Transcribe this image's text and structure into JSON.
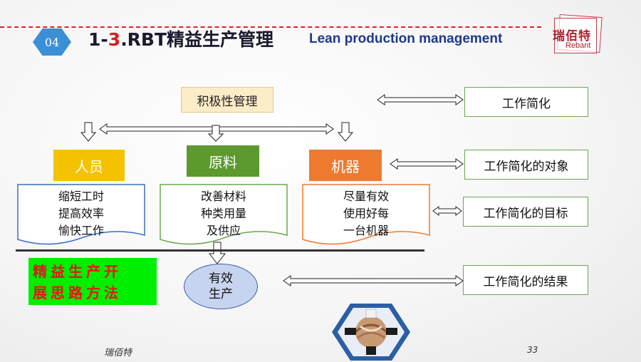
{
  "header": {
    "badge": "04",
    "title_prefix": "1-",
    "title_red": "3",
    "title_rest": ".RBT精益生产管理",
    "title_en": "Lean production management",
    "logo_cn": "瑞佰特",
    "logo_en": "Rebant"
  },
  "diagram": {
    "motivation": "积极性管理",
    "people": "人员",
    "material": "原料",
    "machine": "机器",
    "people_items": [
      "缩短工时",
      "提高效率",
      "愉快工作"
    ],
    "material_items": [
      "改善材料",
      "种类用量",
      "及供应"
    ],
    "machine_items": [
      "尽量有效",
      "使用好每",
      "一台机器"
    ],
    "result": [
      "有效",
      "生产"
    ],
    "idea_lines": [
      "精益生产开",
      "展思路方法"
    ]
  },
  "right_labels": [
    "工作简化",
    "工作简化的对象",
    "工作简化的目标",
    "工作简化的结果"
  ],
  "footer": {
    "brand": "瑞佰特",
    "page": "33"
  },
  "colors": {
    "people": "#f5c200",
    "material": "#5c9a2e",
    "machine": "#ee7a30",
    "badge": "#3b8fd6",
    "idea_box": "#00ee00",
    "idea_text": "#e8141c"
  }
}
